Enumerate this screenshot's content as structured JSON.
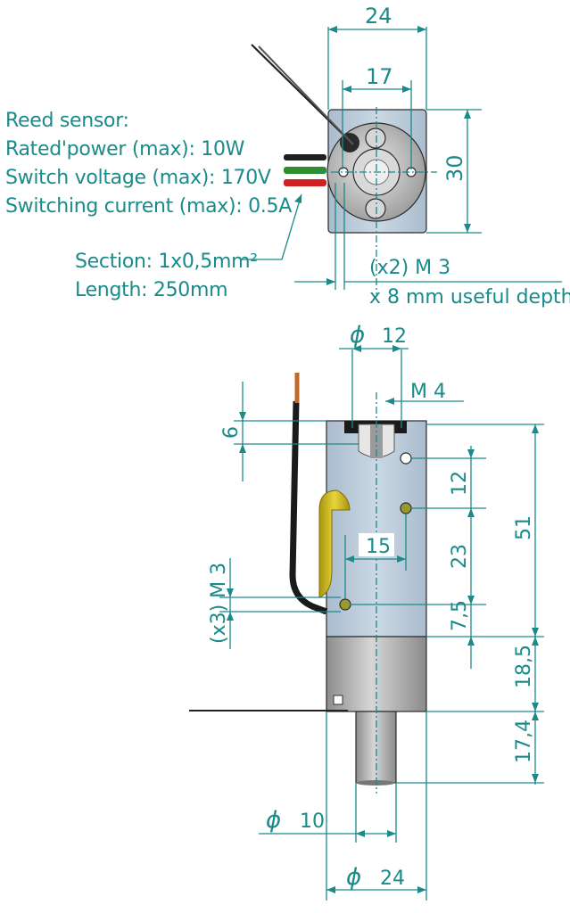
{
  "spec": {
    "line1": "Reed sensor:",
    "line2": "Rated'power (max): 10W",
    "line3": "Switch voltage (max): 170V",
    "line4": "Switching current (max): 0.5A"
  },
  "cable": {
    "line1": "Section: 1x0,5mm²",
    "line2": "Length: 250mm"
  },
  "top_view": {
    "width": "24",
    "hole_spacing": "17",
    "height": "30",
    "thread": "(x2) M  3",
    "depth": "x 8 mm useful depth"
  },
  "side_view": {
    "diameter_top": "12",
    "diameter_symbol": "ϕ",
    "thread_top": "M  4",
    "top_depth": "6",
    "d12": "12",
    "d23": "23",
    "d51": "51",
    "d15": "15",
    "d75": "7,5",
    "d185": "18,5",
    "d174": "17,4",
    "thread_side": "(x3) M  3",
    "diameter_shaft": "10",
    "diameter_body": "24"
  },
  "colors": {
    "dimension": "#1a8a8a",
    "plate": "#b8c8d8",
    "cylinder": "#b0b0b0",
    "yellow_wire": "#d4c21a"
  }
}
